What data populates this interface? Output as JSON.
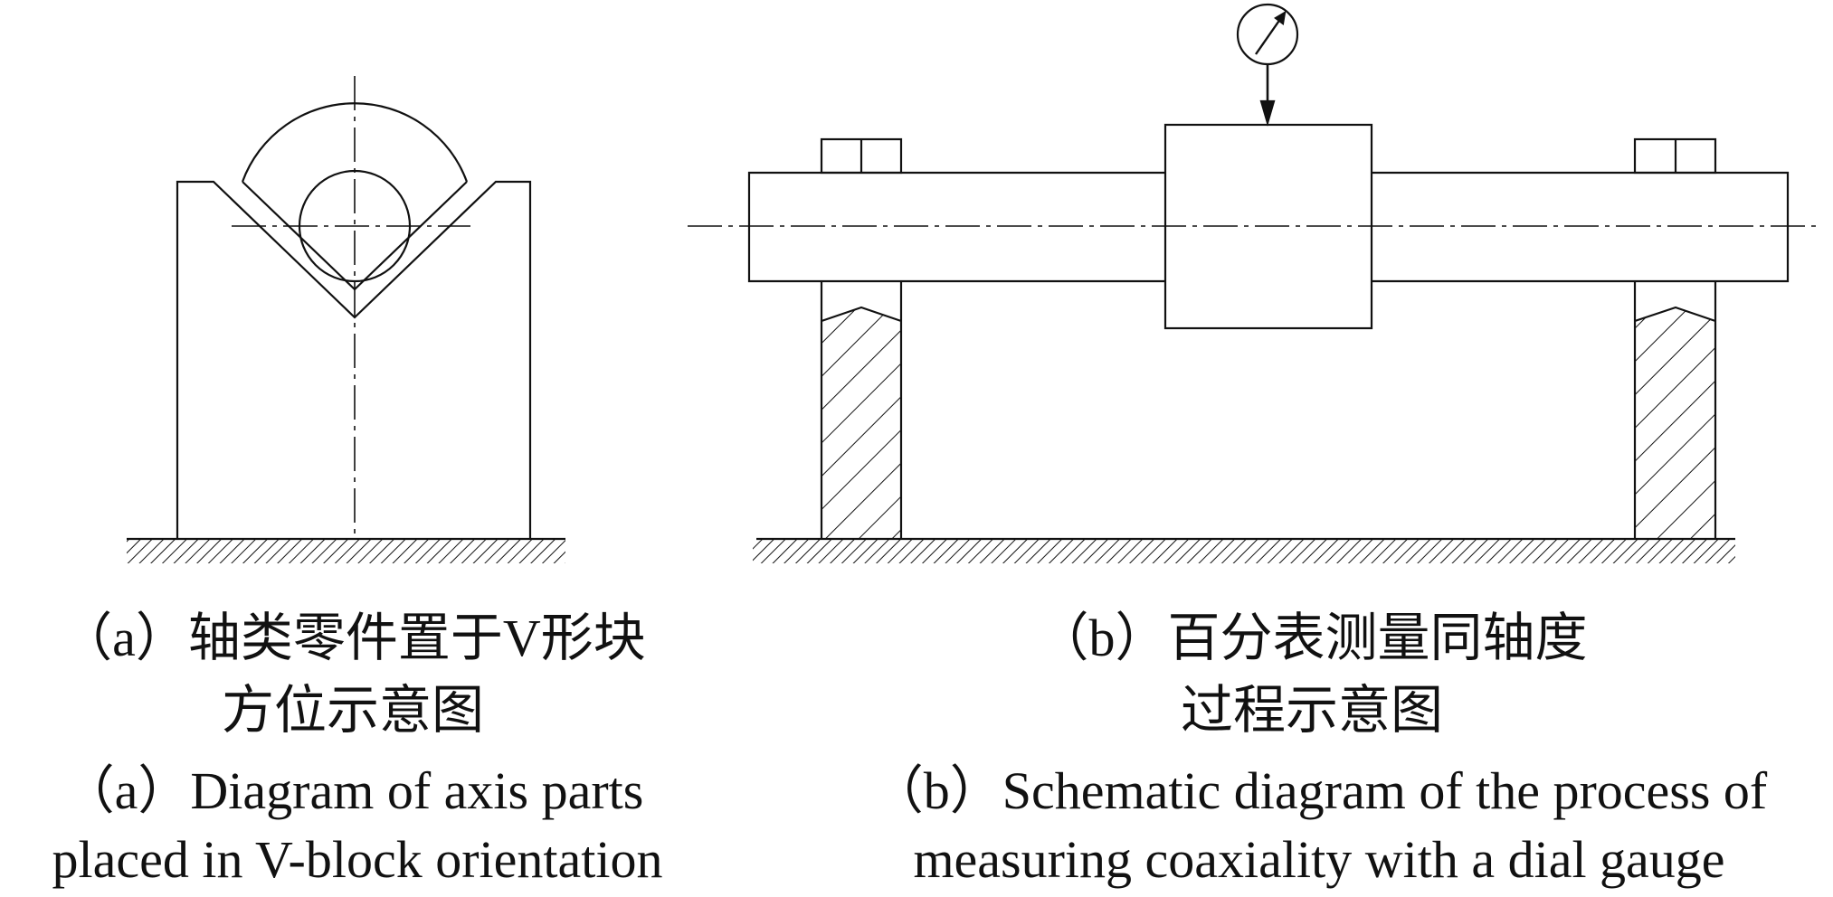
{
  "captions": {
    "a": {
      "zh_line1": "（a）轴类零件置于V形块",
      "zh_line2": "方位示意图",
      "en_line1": "（a）Diagram of axis parts",
      "en_line2": "placed in V-block orientation"
    },
    "b": {
      "zh_line1": "（b）百分表测量同轴度",
      "zh_line2": "过程示意图",
      "en_line1": "（b）Schematic diagram of the process of",
      "en_line2": "measuring coaxiality with a dial gauge"
    }
  },
  "colors": {
    "line": "#111111",
    "background": "#ffffff"
  }
}
